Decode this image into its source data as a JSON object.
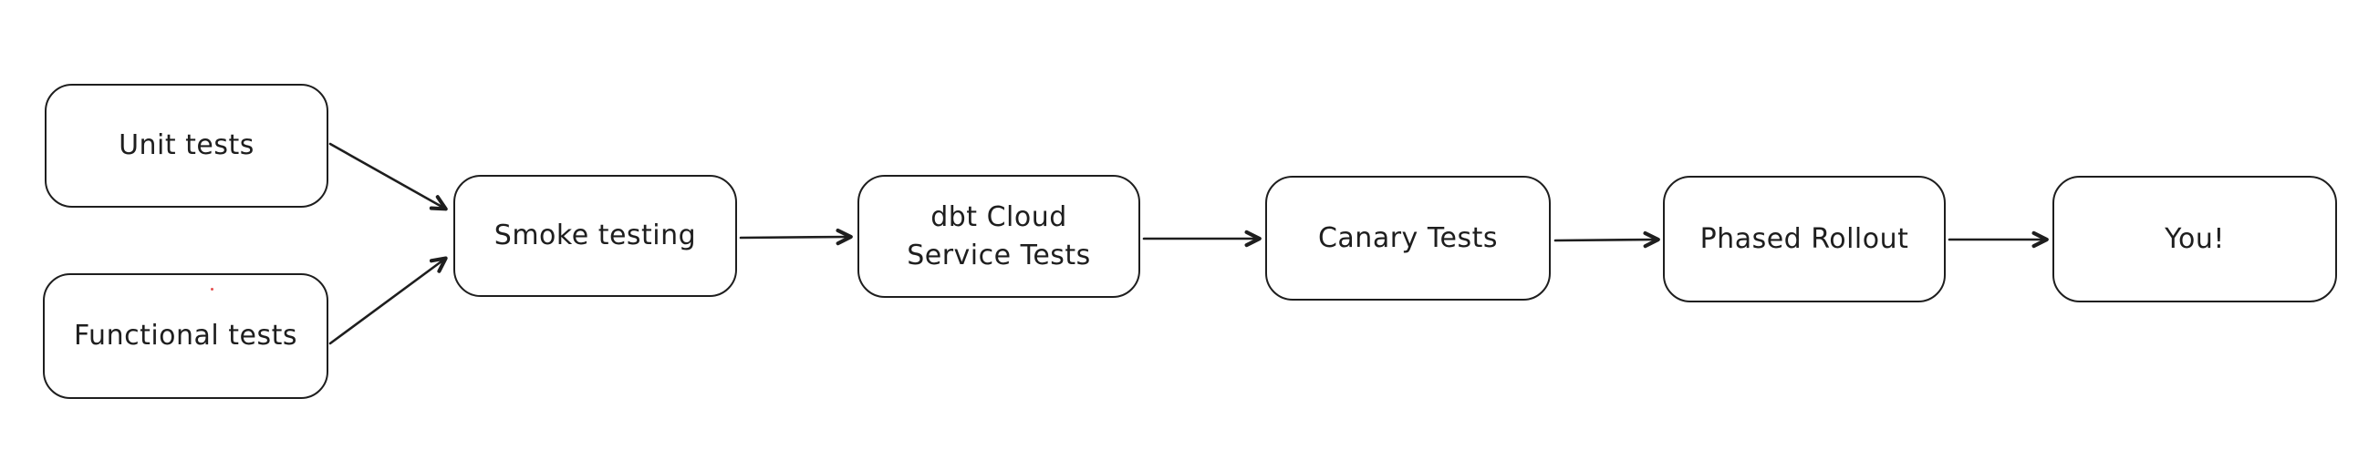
{
  "diagram": {
    "type": "flowchart",
    "style": "hand-drawn",
    "colors": {
      "stroke": "#1e1e1e",
      "node_fill": "#ffffff",
      "background": "#ffffff",
      "artifact_dot": "#e03131"
    },
    "nodes": [
      {
        "id": "unit-tests",
        "label": "Unit tests"
      },
      {
        "id": "functional-tests",
        "label": "Functional tests"
      },
      {
        "id": "smoke-testing",
        "label": "Smoke testing"
      },
      {
        "id": "dbt-cloud-service-tests",
        "label": "dbt Cloud\nService Tests"
      },
      {
        "id": "canary-tests",
        "label": "Canary Tests"
      },
      {
        "id": "phased-rollout",
        "label": "Phased Rollout"
      },
      {
        "id": "you",
        "label": "You!"
      }
    ],
    "edges": [
      {
        "from": "unit-tests",
        "to": "smoke-testing"
      },
      {
        "from": "functional-tests",
        "to": "smoke-testing"
      },
      {
        "from": "smoke-testing",
        "to": "dbt-cloud-service-tests"
      },
      {
        "from": "dbt-cloud-service-tests",
        "to": "canary-tests"
      },
      {
        "from": "canary-tests",
        "to": "phased-rollout"
      },
      {
        "from": "phased-rollout",
        "to": "you"
      }
    ]
  }
}
